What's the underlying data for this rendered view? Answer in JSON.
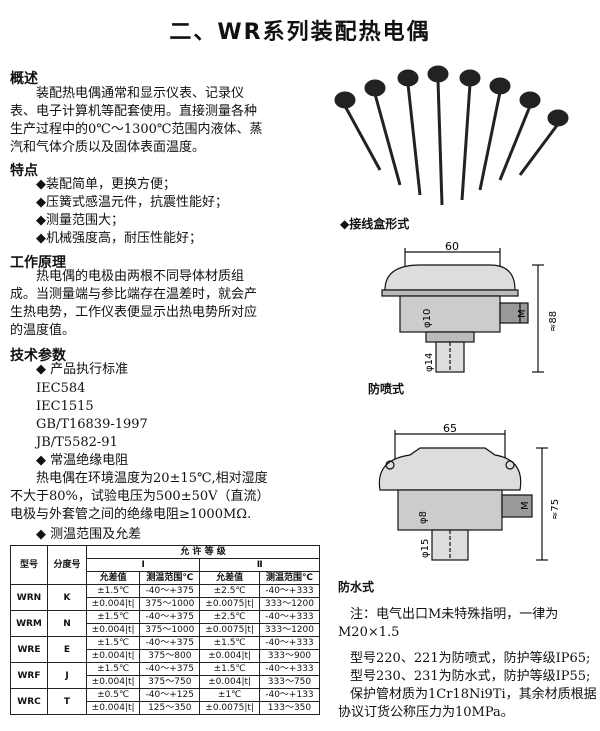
{
  "title": "二、WR系列装配热电偶",
  "overview": {
    "heading": "概述",
    "lines": [
      "装配热电偶通常和显示仪表、记录仪",
      "表、电子计算机等配套使用。直接测量各种",
      "生产过程中的0℃～1300℃范围内液体、蒸",
      "汽和气体介质以及固体表面温度。"
    ]
  },
  "features": {
    "heading": "特点",
    "items": [
      "◆装配简单，更换方便；",
      "◆压簧式感温元件，抗震性能好；",
      "◆测量范围大；",
      "◆机械强度高，耐压性能好；"
    ]
  },
  "principle": {
    "heading": "工作原理",
    "lines": [
      "热电偶的电极由两根不同导体材质组",
      "成。当测量端与参比端存在温差时，就会产",
      "生热电势，工作仪表便显示出热电势所对应",
      "的温度值。"
    ]
  },
  "params": {
    "heading": "技术参数",
    "std_title": "◆ 产品执行标准",
    "standards": [
      "IEC584",
      "IEC1515",
      "GB/T16839-1997",
      "JB/T5582-91"
    ],
    "ins_title": "◆ 常温绝缘电阻",
    "ins_lines": [
      "热电偶在环境温度为20±15℃,相对湿度",
      "不大于80%，试验电压为500±50V（直流）",
      "电极与外套管之间的绝缘电阻≥1000MΩ."
    ],
    "table_title": "◆ 测温范围及允差"
  },
  "table": {
    "col_type": "型号",
    "col_grade": "分度号",
    "allow_grade": "允 许 等 级",
    "grade1": "Ⅰ",
    "grade2": "Ⅱ",
    "sub_tol": "允差值",
    "sub_range": "测温范围℃",
    "rows": [
      {
        "type": "WRN",
        "grade": "K",
        "r": [
          [
            "±1.5℃",
            "-40～+375",
            "±2.5℃",
            "-40～+333"
          ],
          [
            "±0.004|t|",
            "375～1000",
            "±0.0075|t|",
            "333～1200"
          ]
        ]
      },
      {
        "type": "WRM",
        "grade": "N",
        "r": [
          [
            "±1.5℃",
            "-40～+375",
            "±2.5℃",
            "-40～+333"
          ],
          [
            "±0.004|t|",
            "375～1000",
            "±0.0075|t|",
            "333～1200"
          ]
        ]
      },
      {
        "type": "WRE",
        "grade": "E",
        "r": [
          [
            "±1.5℃",
            "-40～+375",
            "±1.5℃",
            "-40～+333"
          ],
          [
            "±0.004|t|",
            "375～800",
            "±0.004|t|",
            "333～900"
          ]
        ]
      },
      {
        "type": "WRF",
        "grade": "J",
        "r": [
          [
            "±1.5℃",
            "-40～+375",
            "±1.5℃",
            "-40～+333"
          ],
          [
            "±0.004|t|",
            "375～750",
            "±0.004|t|",
            "333～750"
          ]
        ]
      },
      {
        "type": "WRC",
        "grade": "T",
        "r": [
          [
            "±0.5℃",
            "-40～+125",
            "±1℃",
            "-40～+133"
          ],
          [
            "±0.004|t|",
            "125～350",
            "±0.0075|t|",
            "133～350"
          ]
        ]
      }
    ]
  },
  "right": {
    "caption_box": "◆接线盒形式",
    "caption_spray": "防喷式",
    "caption_water": "防水式",
    "dim1": {
      "w": "60",
      "d10": "φ10",
      "m": "M",
      "d14": "φ14",
      "h": "≈88"
    },
    "dim2": {
      "w": "65",
      "d8": "φ8",
      "m": "M",
      "d15": "φ15",
      "h": "≈75"
    },
    "note_lines": [
      "注：电气出口M未特殊指明，一律为",
      "M20×1.5"
    ],
    "model_lines": [
      "型号220、221为防喷式，防护等级IP65;",
      "型号230、231为防水式，防护等级IP55;",
      "保护管材质为1Cr18Ni9Ti，其余材质根据",
      "协议订货公称压力为10MPa。"
    ]
  }
}
